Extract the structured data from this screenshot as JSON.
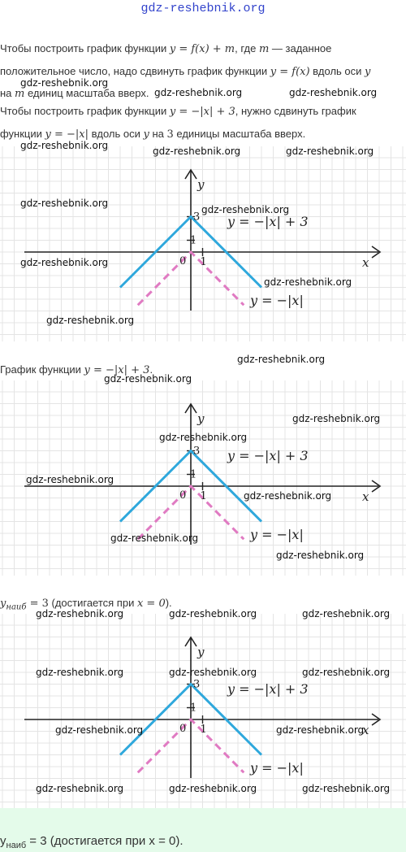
{
  "header": {
    "site_link": "gdz-reshebnik.org"
  },
  "watermark": "gdz-reshebnik.org",
  "paragraphs": {
    "p1_line1_a": "Чтобы построить график функции ",
    "p1_line1_math": "y = f(x) + m",
    "p1_line1_b": ", где ",
    "p1_line1_m": "m",
    "p1_line1_c": " — заданное",
    "p1_line2_a": "положительное число, надо сдвинуть график функции ",
    "p1_line2_math": "y = f(x)",
    "p1_line2_b": " вдоль оси ",
    "p1_line2_y": "y",
    "p1_line3_a": "на ",
    "p1_line3_m": "m",
    "p1_line3_b": " единиц масштаба вверх.",
    "p2_line1_a": "Чтобы построить график функции ",
    "p2_line1_math": "y = −|x| + 3",
    "p2_line1_b": ", нужно сдвинуть график",
    "p2_line2_a": "функции ",
    "p2_line2_math": "y = −|x|",
    "p2_line2_b": " вдоль оси ",
    "p2_line2_y": "y",
    "p2_line2_c": " на ",
    "p2_line2_3": "3",
    "p2_line2_d": " единицы масштаба вверх.",
    "p3_a": "График функции ",
    "p3_math": "y = −|x| + 3",
    "p3_b": ".",
    "ans1_math": "y",
    "ans1_sub": "наиб",
    "ans1_eq": " = 3",
    "ans1_text": " (достигается при ",
    "ans1_x": "x = 0",
    "ans1_end": ").",
    "ans2_math": "y",
    "ans2_sub": "наиб",
    "ans2_eq": " = 3",
    "ans2_text": " (достигается при ",
    "ans2_x": "x = 0",
    "ans2_end": ")."
  },
  "graph_labels": {
    "y_axis": "y",
    "x_axis": "x",
    "origin": "0",
    "one_x": "1",
    "one_y": "1",
    "three": "3",
    "f_shifted": "y = −|x| + 3",
    "f_base": "y = −|x|"
  },
  "colors": {
    "shifted_line": "#2fa8dc",
    "base_line": "#e07ac2",
    "grid": "#e4e4e4",
    "axis": "#222222",
    "answer_bg": "#e4fbea"
  },
  "chart_data": {
    "type": "line",
    "series": [
      {
        "name": "y = −|x| + 3",
        "style": "solid",
        "x": [
          -6,
          0,
          6
        ],
        "y": [
          -3,
          3,
          -3
        ]
      },
      {
        "name": "y = −|x|",
        "style": "dashed",
        "x": [
          -4.5,
          0,
          4.5
        ],
        "y": [
          -4.5,
          0,
          -4.5
        ]
      }
    ],
    "xlabel": "x",
    "ylabel": "y",
    "grid": true
  }
}
